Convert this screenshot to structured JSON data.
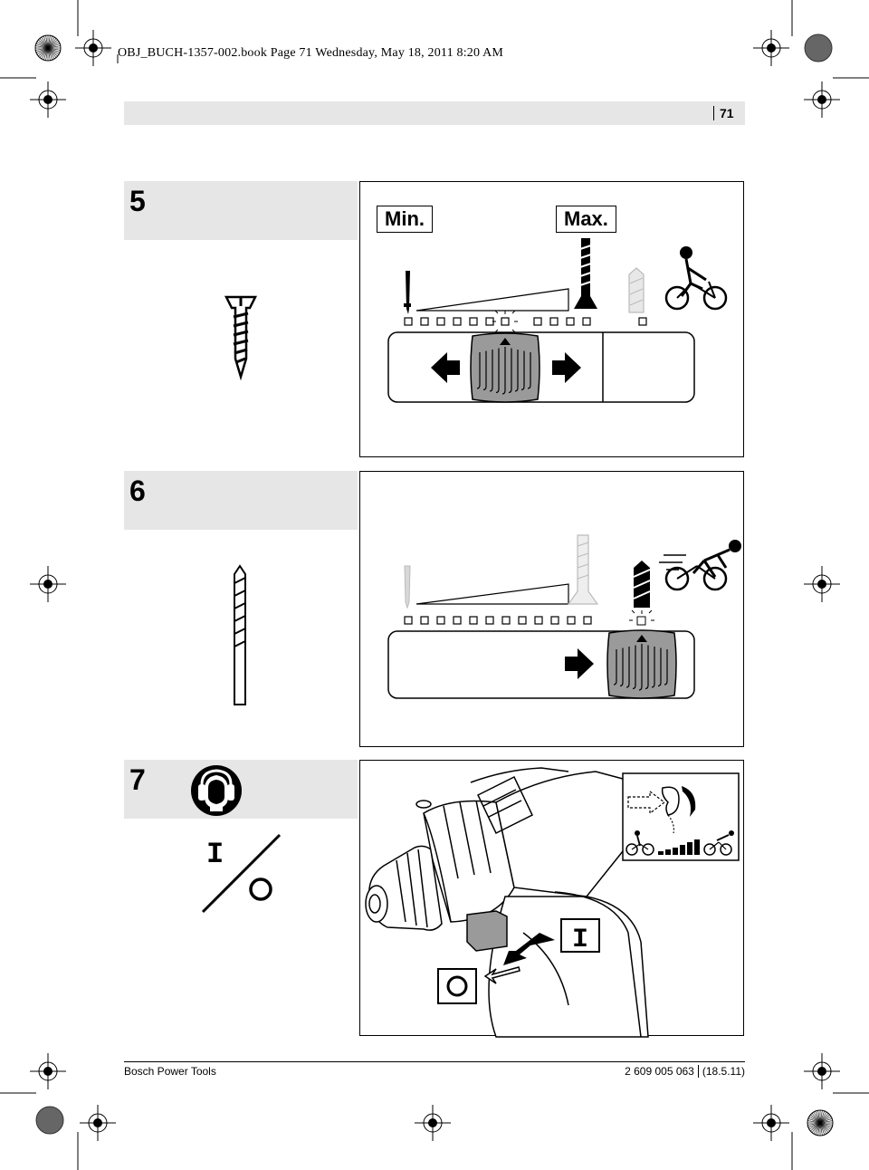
{
  "header": {
    "book_line": "OBJ_BUCH-1357-002.book  Page 71  Wednesday, May 18, 2011  8:20 AM",
    "page_number": "71"
  },
  "sections": [
    {
      "number": "5",
      "labels": {
        "min": "Min.",
        "max": "Max."
      }
    },
    {
      "number": "6"
    },
    {
      "number": "7",
      "switch_on_symbol": "I",
      "switch_off_symbol": "O",
      "icon": "hearing-protection-icon"
    }
  ],
  "footer": {
    "left": "Bosch Power Tools",
    "code": "2 609 005 063",
    "date": "(18.5.11)"
  },
  "colors": {
    "band_gray": "#e6e6e6",
    "knob_gray": "#9a9a9a",
    "ink": "#000000"
  }
}
